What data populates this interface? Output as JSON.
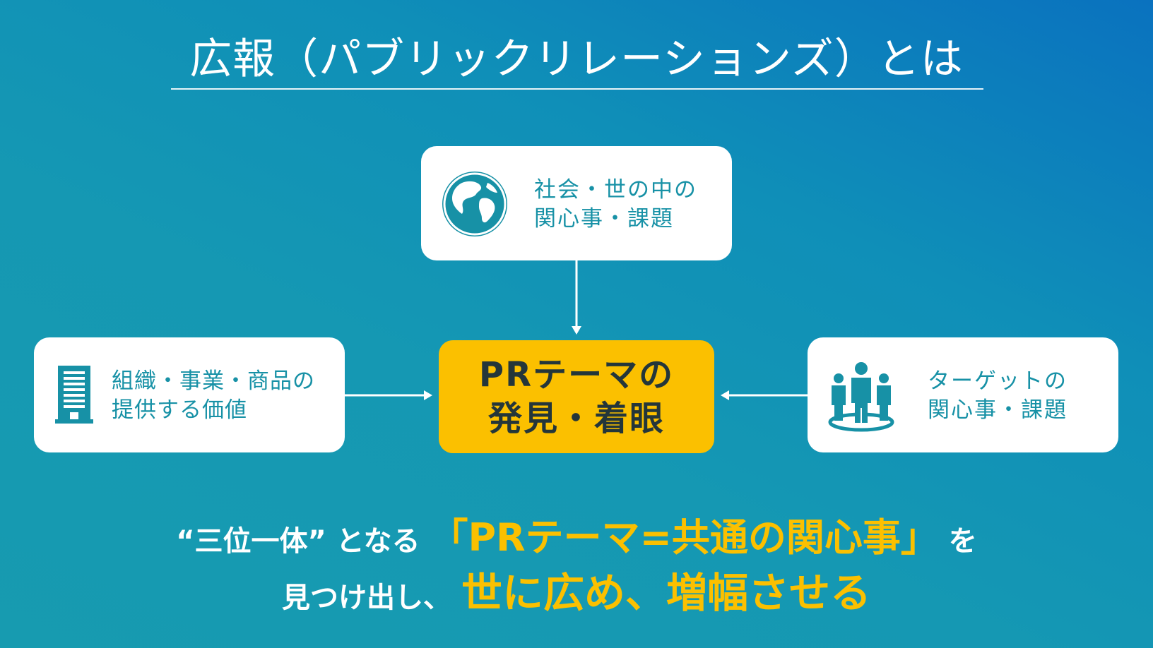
{
  "title": "広報（パブリックリレーションズ）とは",
  "boxes": {
    "top": {
      "icon": "globe-icon",
      "line1": "社会・世の中の",
      "line2": "関心事・課題"
    },
    "left": {
      "icon": "office-building-icon",
      "line1": "組織・事業・商品の",
      "line2": "提供する価値"
    },
    "right": {
      "icon": "people-group-icon",
      "line1": "ターゲットの",
      "line2": "関心事・課題"
    }
  },
  "center": {
    "line1": "PRテーマの",
    "line2": "発見・着眼"
  },
  "message": {
    "line1_pre": "“三位一体” となる",
    "line1_highlight": "「PRテーマ=共通の関心事」",
    "line1_post": "を",
    "line2_pre": "見つけ出し、",
    "line2_highlight": "世に広め、増幅させる"
  },
  "colors": {
    "accent_yellow": "#fbc000",
    "box_text_teal": "#1791a6",
    "center_text": "#24363a",
    "background_top_right": "#0a72bf",
    "background_bottom_left": "#179bb0"
  }
}
